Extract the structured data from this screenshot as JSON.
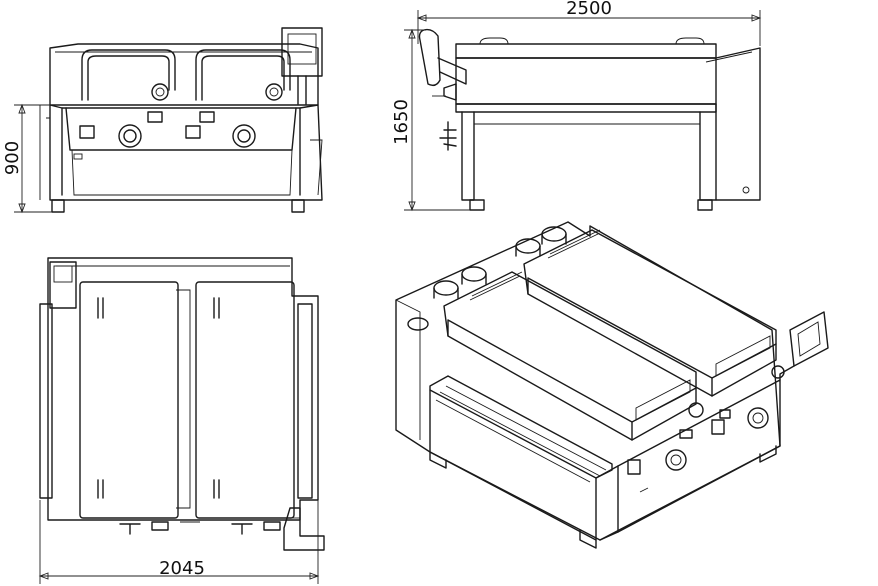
{
  "dimensions": {
    "side_width": "2500",
    "side_height": "1650",
    "front_height": "900",
    "top_width": "2045"
  },
  "colors": {
    "line": "#1a1a1a",
    "background": "#ffffff"
  }
}
